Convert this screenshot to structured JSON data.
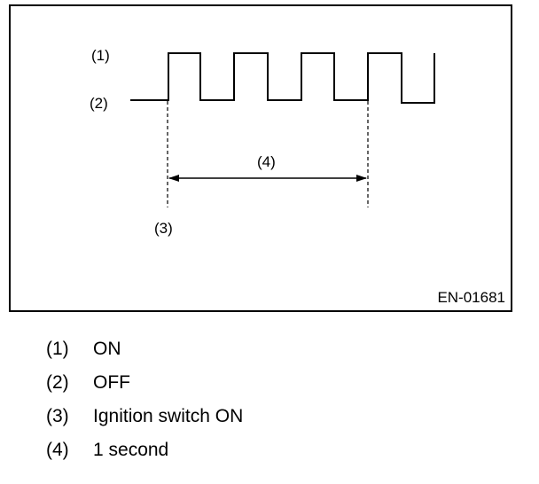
{
  "diagram": {
    "figure_id": "EN-01681",
    "label_on": "(1)",
    "label_off": "(2)",
    "label_ignition": "(3)",
    "label_period": "(4)"
  },
  "legend": {
    "items": [
      {
        "key": "(1)",
        "text": "ON"
      },
      {
        "key": "(2)",
        "text": "OFF"
      },
      {
        "key": "(3)",
        "text": "Ignition switch ON"
      },
      {
        "key": "(4)",
        "text": "1 second"
      }
    ]
  }
}
